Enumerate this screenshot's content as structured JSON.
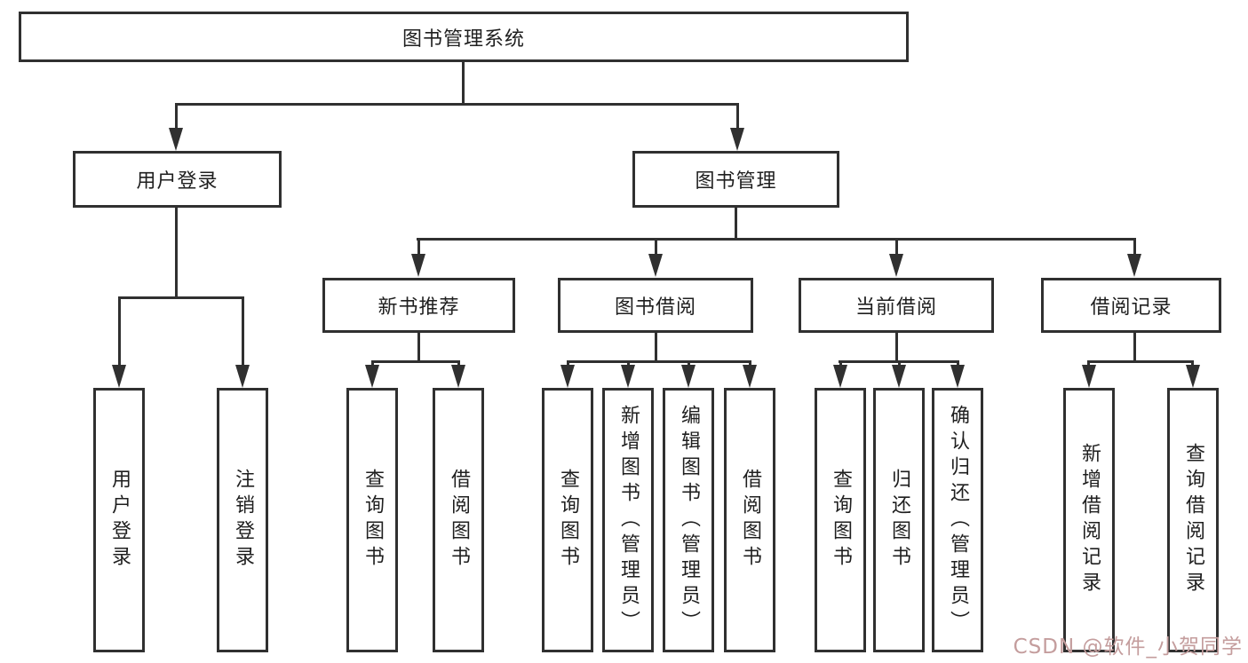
{
  "nodes": {
    "root": "图书管理系统",
    "user_login": "用户登录",
    "book_mgmt": "图书管理",
    "new_books": "新书推荐",
    "book_borrow": "图书借阅",
    "current_borrow": "当前借阅",
    "borrow_records": "借阅记录",
    "leaves": {
      "user_login": [
        "用户登录",
        "注销登录"
      ],
      "new_books": [
        "查询图书",
        "借阅图书"
      ],
      "book_borrow": [
        "查询图书",
        "新增图书（管理员）",
        "编辑图书（管理员）",
        "借阅图书"
      ],
      "current_borrow": [
        "查询图书",
        "归还图书",
        "确认归还（管理员）"
      ],
      "borrow_records": [
        "新增借阅记录",
        "查询借阅记录"
      ]
    }
  },
  "watermark": "CSDN @软件_小贺同学",
  "colors": {
    "line": "#303030",
    "text": "#1f1f1f",
    "background": "#ffffff",
    "watermark": "#c49d9d"
  }
}
